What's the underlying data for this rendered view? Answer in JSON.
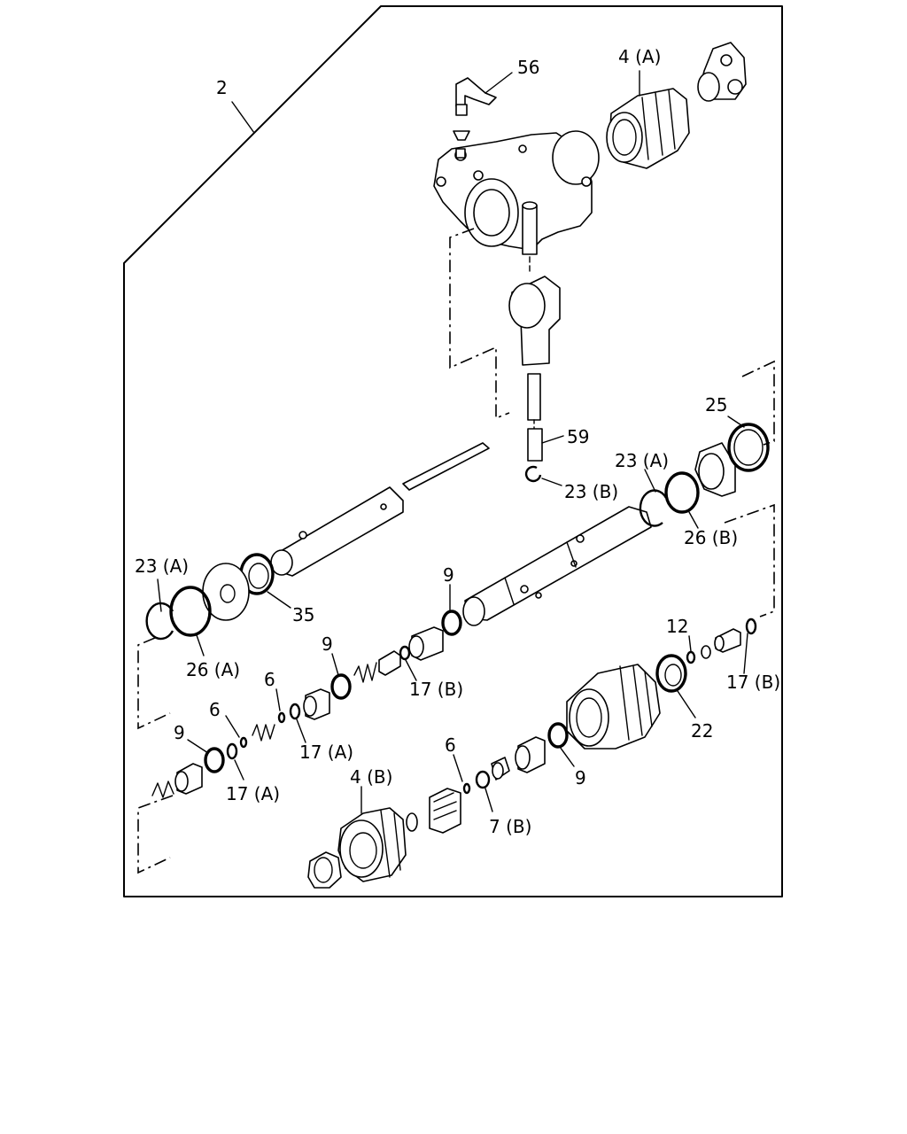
{
  "callouts": {
    "c2": "2",
    "c56": "56",
    "c4a": "4 (A)",
    "c25": "25",
    "c59": "59",
    "c23a_top": "23 (A)",
    "c23b": "23 (B)",
    "c26b": "26 (B)",
    "c23a_left": "23 (A)",
    "c35": "35",
    "c9_a": "9",
    "c26a": "26 (A)",
    "c9_b": "9",
    "c12": "12",
    "c6_a": "6",
    "c17b_a": "17 (B)",
    "c17b_b": "17 (B)",
    "c6_b": "6",
    "c17a_a": "17 (A)",
    "c22": "22",
    "c9_c": "9",
    "c17a_b": "17 (A)",
    "c6_c": "6",
    "c9_d": "9",
    "c4b": "4 (B)",
    "c7b": "7 (B)"
  }
}
